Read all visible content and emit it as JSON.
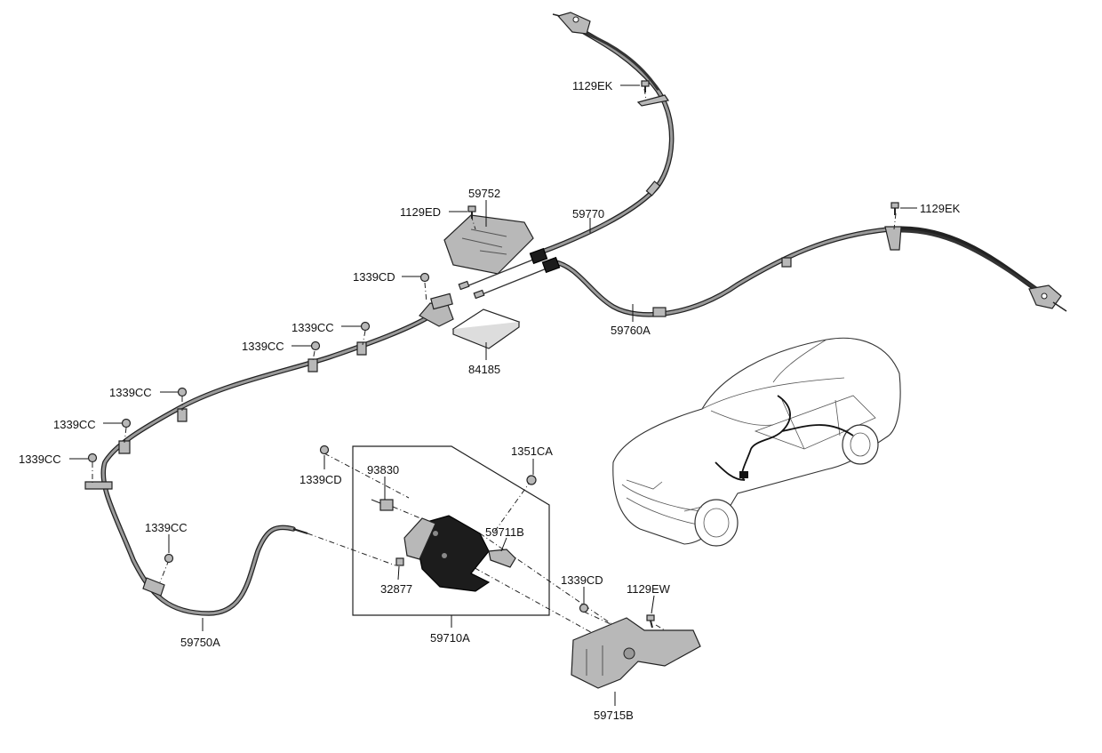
{
  "labels": {
    "l_1129EK_top": "1129EK",
    "l_1129EK_right": "1129EK",
    "l_59752": "59752",
    "l_1129ED": "1129ED",
    "l_59770": "59770",
    "l_1339CD_top": "1339CD",
    "l_59760A": "59760A",
    "l_84185": "84185",
    "l_1339CC_a": "1339CC",
    "l_1339CC_b": "1339CC",
    "l_1339CC_c": "1339CC",
    "l_1339CC_d": "1339CC",
    "l_1339CC_e": "1339CC",
    "l_1339CC_f": "1339CC",
    "l_1339CD_mid": "1339CD",
    "l_93830": "93830",
    "l_1351CA": "1351CA",
    "l_59711B": "59711B",
    "l_32877": "32877",
    "l_59750A": "59750A",
    "l_59710A": "59710A",
    "l_1339CD_low": "1339CD",
    "l_1129EW": "1129EW",
    "l_59715B": "59715B"
  },
  "icons": {
    "bolt": "bolt-icon",
    "nut": "nut-icon",
    "cable": "cable-icon",
    "vehicle": "vehicle-icon"
  }
}
